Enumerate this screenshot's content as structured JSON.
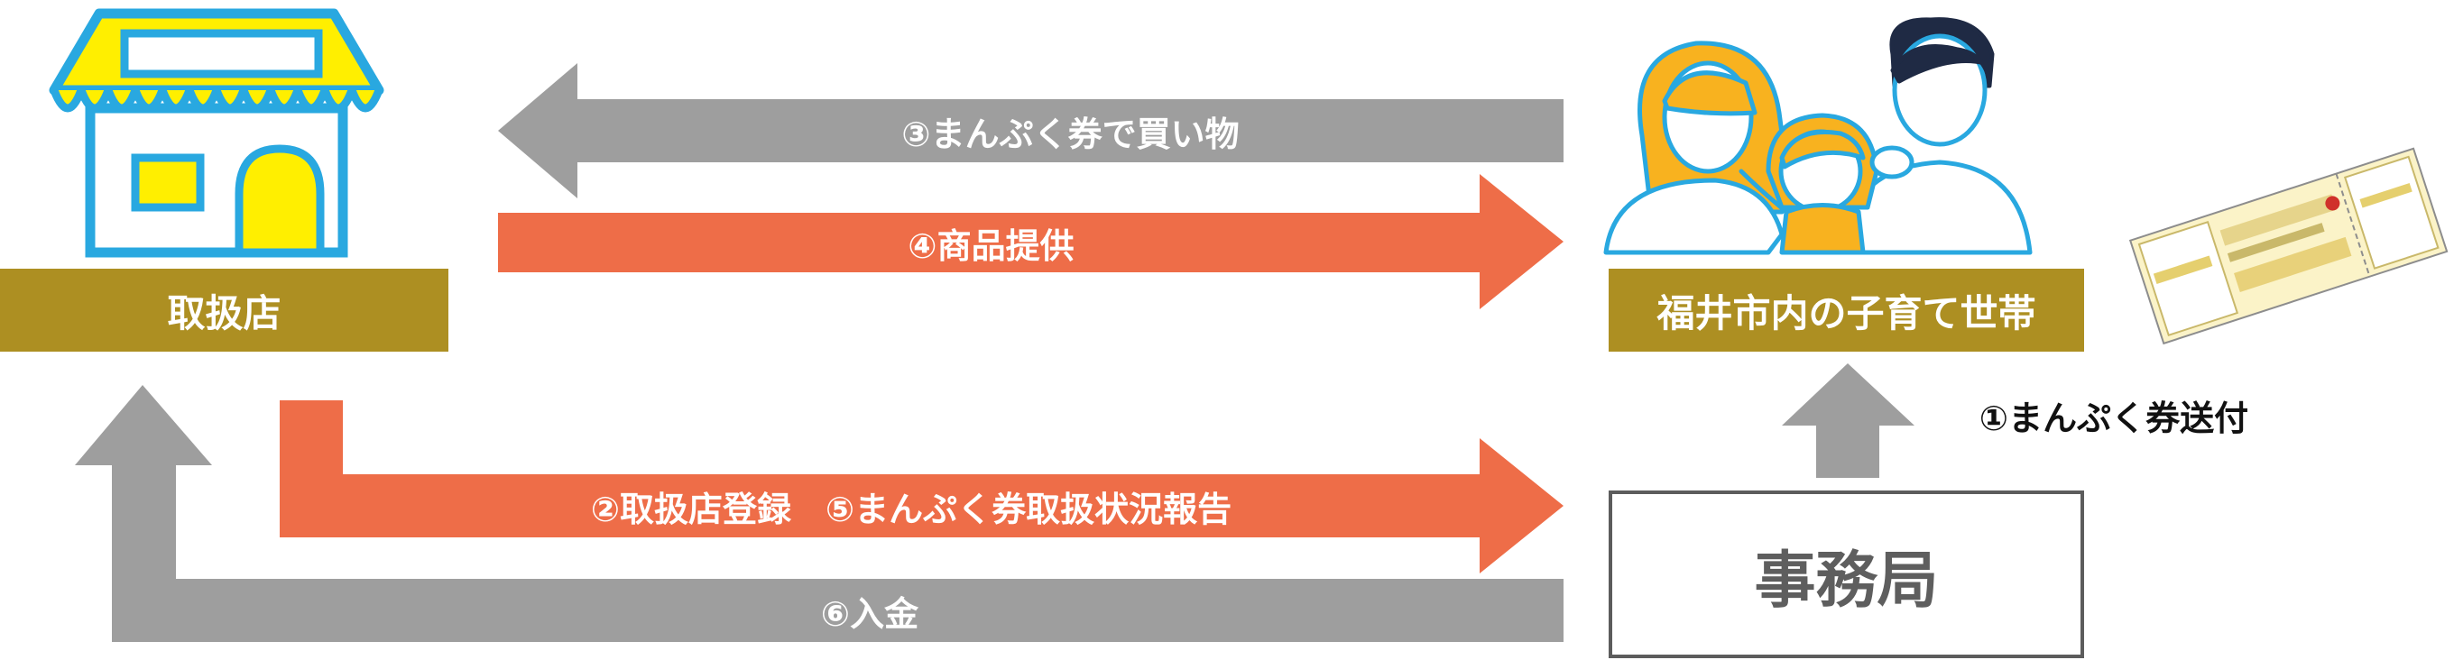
{
  "nodes": {
    "shop": "取扱店",
    "family": "福井市内の子育て世帯",
    "office": "事務局"
  },
  "steps": {
    "step1": "①まんぷく券送付",
    "step3": "③まんぷく券で買い物",
    "step4": "④商品提供",
    "step25": "②取扱店登録　⑤まんぷく券取扱状況報告",
    "step6": "⑥入金"
  },
  "colors": {
    "gray_arrow": "#9e9e9e",
    "orange_arrow": "#ee6d48",
    "gold": "#ad8f22",
    "shop_blue": "#29a8e0",
    "shop_yellow": "#ffef00",
    "office_border": "#5c5c5c"
  },
  "icons": [
    "shop-icon",
    "family-icon",
    "voucher-ticket-icon"
  ]
}
